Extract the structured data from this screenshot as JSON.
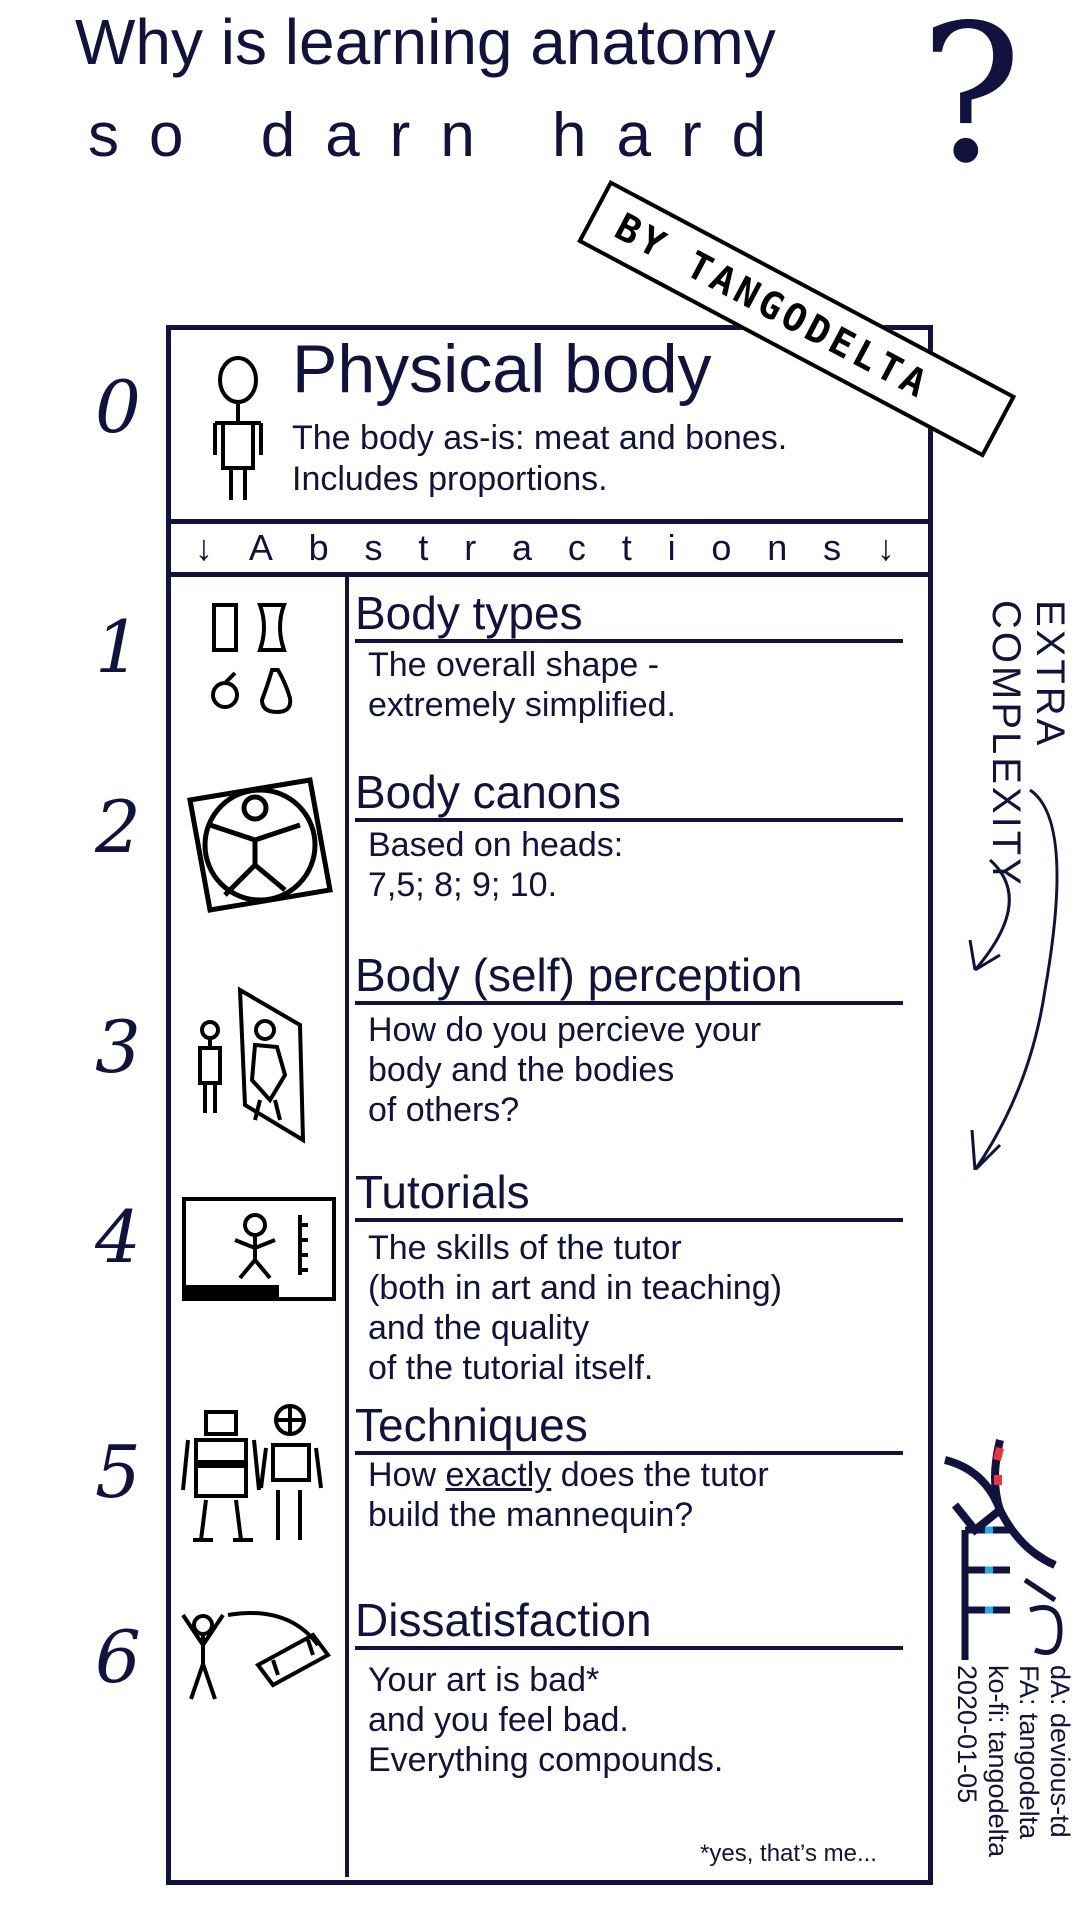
{
  "title": {
    "line1": "Why is learning anatomy",
    "line2": "so darn hard",
    "qmark": "?"
  },
  "ribbon": "BY TANGODELTA",
  "level0": {
    "number": "0",
    "title": "Physical body",
    "desc": "The body as-is: meat and bones.\nIncludes proportions."
  },
  "abstractions": [
    "↓",
    "A",
    "b",
    "s",
    "t",
    "r",
    "a",
    "c",
    "t",
    "i",
    "o",
    "n",
    "s",
    "↓"
  ],
  "rows": [
    {
      "number": "1",
      "title": "Body types",
      "desc": "The overall shape -\nextremely simplified."
    },
    {
      "number": "2",
      "title": "Body canons",
      "desc": "Based on heads:\n7,5; 8; 9; 10."
    },
    {
      "number": "3",
      "title": "Body (self) perception",
      "desc": "How do you percieve your\nbody and the bodies\nof others?"
    },
    {
      "number": "4",
      "title": "Tutorials",
      "desc": "The skills of the tutor\n(both in art and in teaching)\nand the quality\nof the tutorial itself."
    },
    {
      "number": "5",
      "title": "Techniques",
      "desc_pre": "How ",
      "desc_em": "exactly",
      "desc_post": " does the tutor\nbuild the mannequin?"
    },
    {
      "number": "6",
      "title": "Dissatisfaction",
      "desc": "Your art is bad*\nand you feel bad.\nEverything compounds."
    }
  ],
  "side": {
    "line1": "EXTRA",
    "line2": "COMPLEXITY"
  },
  "footnote": "*yes, that’s me...",
  "logo": "TANGO DELTA",
  "credits": [
    "dA: devious-td",
    "FA: tangodelta",
    "ko-fi: tangodelta",
    "2020-01-05"
  ],
  "colors": {
    "ink": "#11123d",
    "red": "#e8383d",
    "blue": "#27a8e8"
  }
}
